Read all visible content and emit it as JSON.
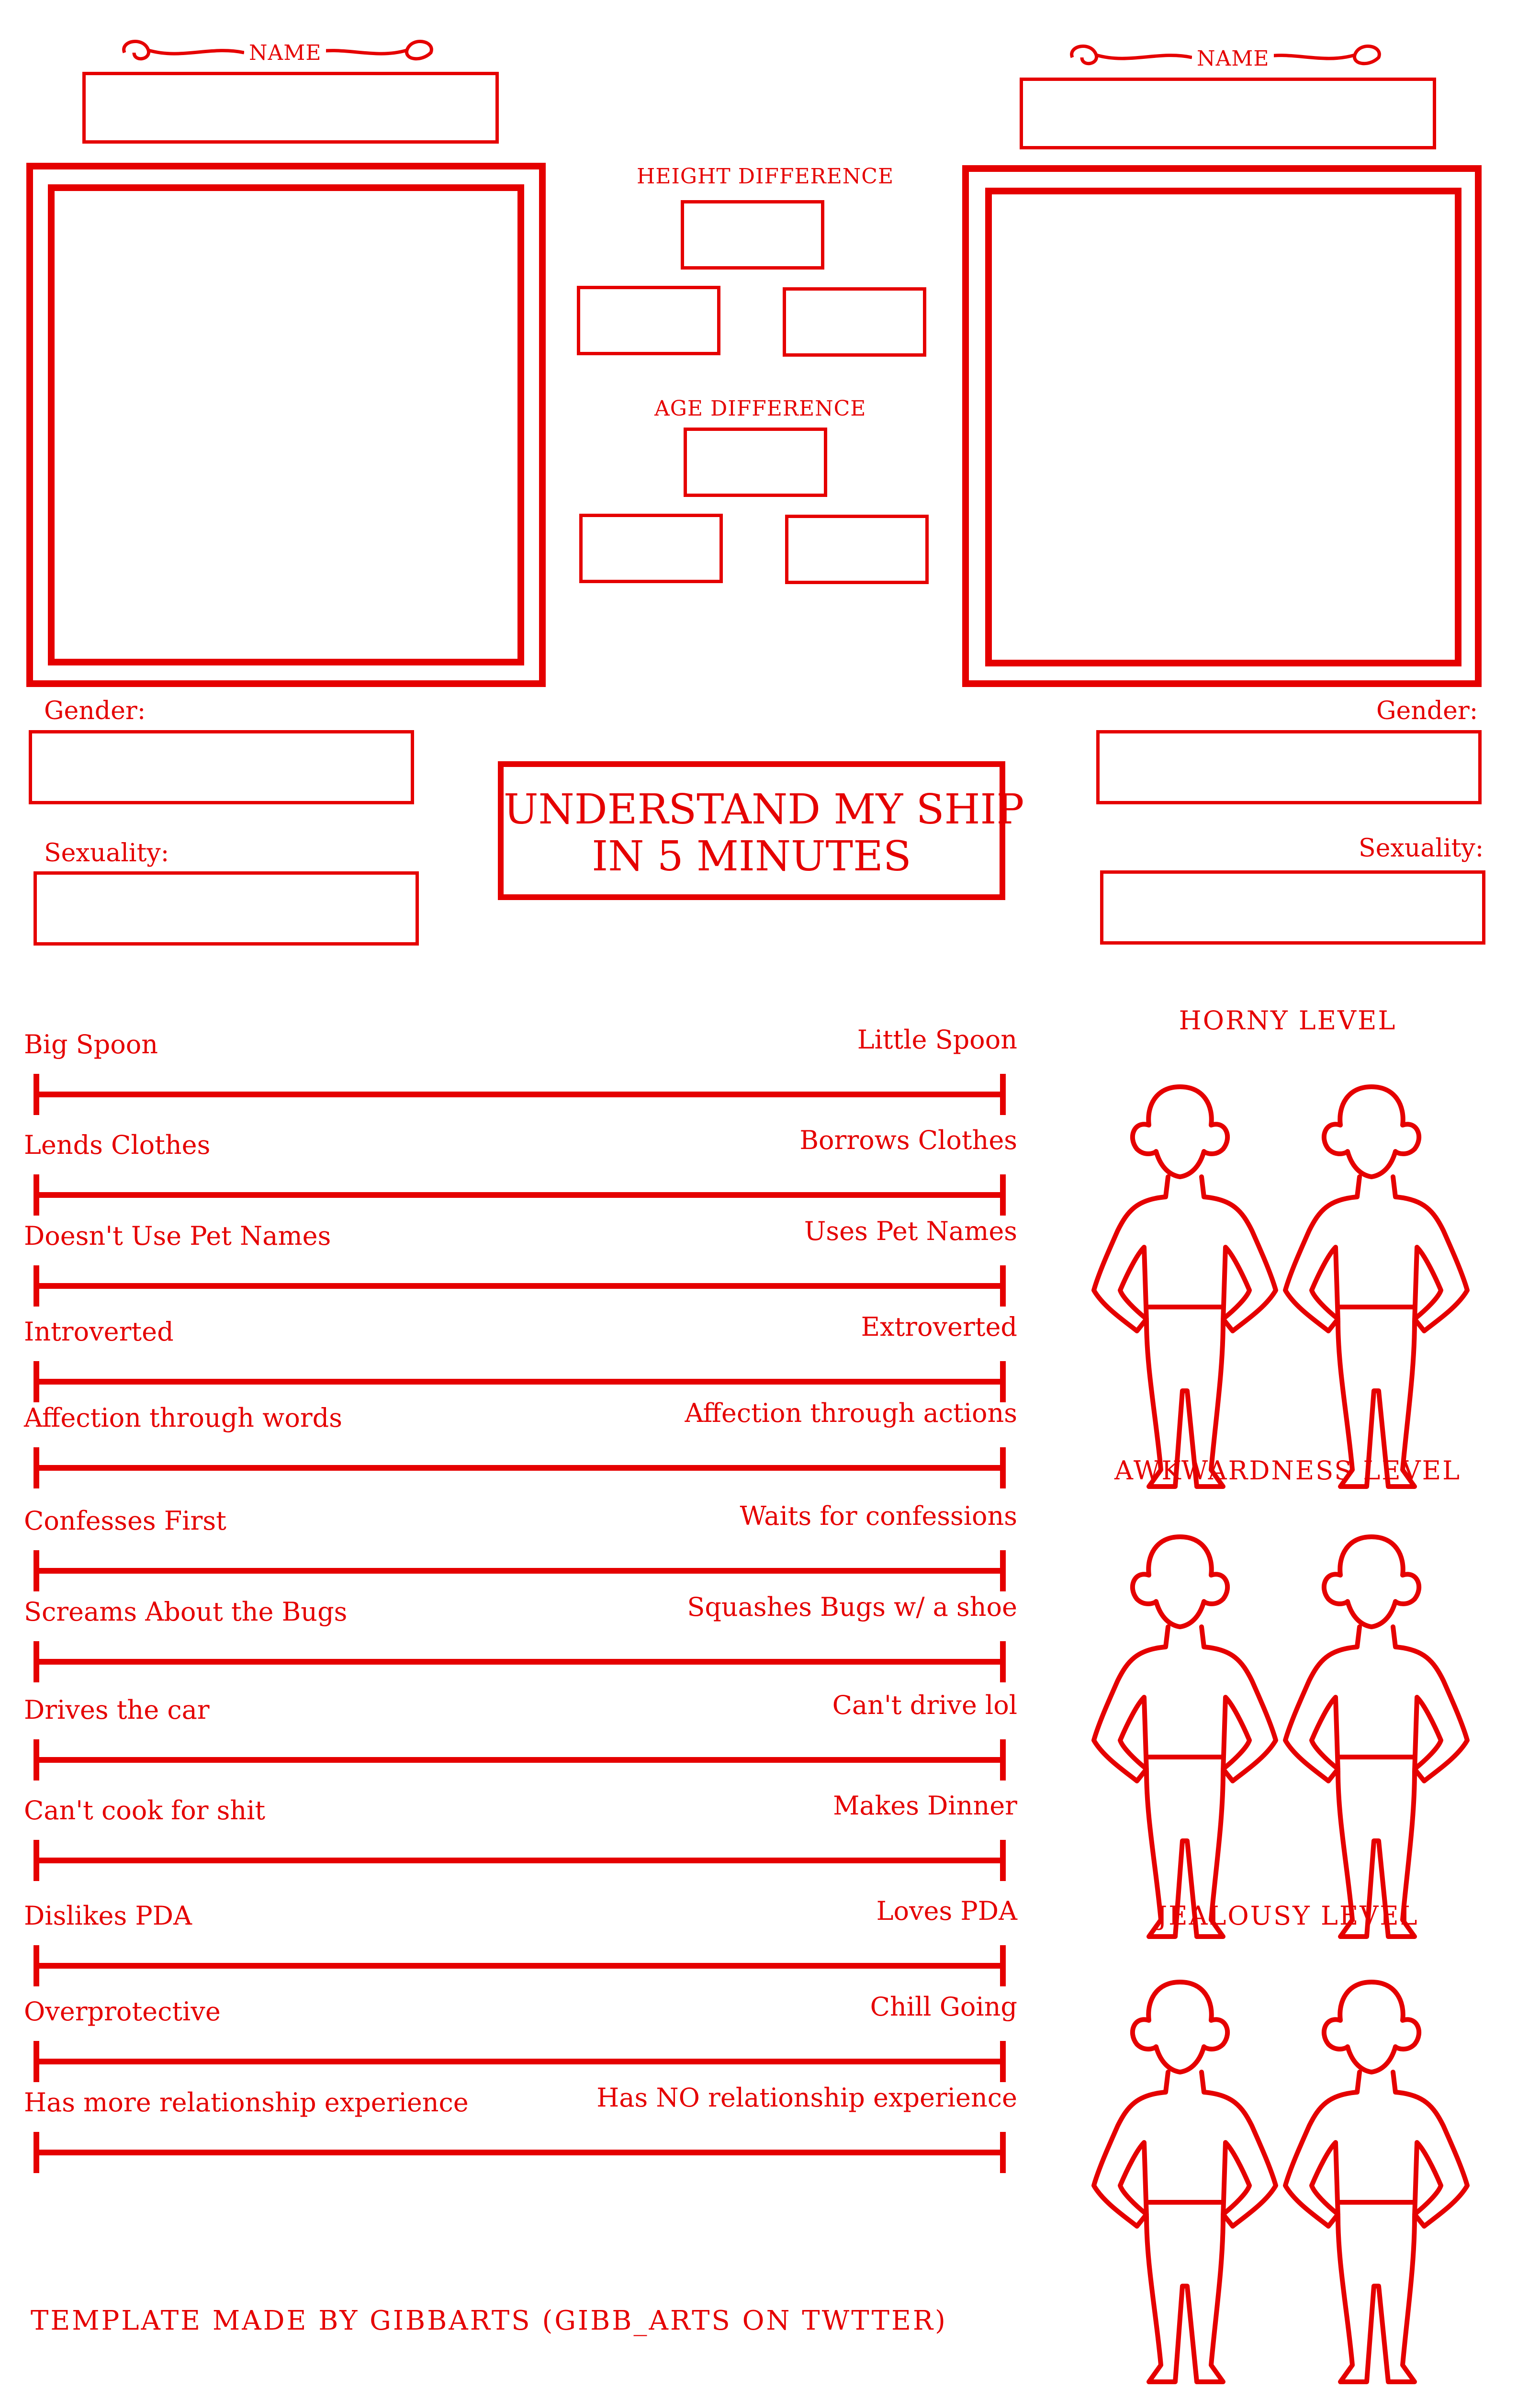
{
  "left_character": {
    "name_label": "NAME",
    "gender_label": "Gender:",
    "sexuality_label": "Sexuality:"
  },
  "right_character": {
    "name_label": "NAME",
    "gender_label": "Gender:",
    "sexuality_label": "Sexuality:"
  },
  "comparisons": {
    "height_label": "HEIGHT DIFFERENCE",
    "age_label": "AGE DIFFERENCE"
  },
  "title": {
    "line1": "UNDERSTAND MY SHIP",
    "line2": "IN 5 MINUTES"
  },
  "scales": [
    {
      "left": "Big Spoon",
      "right": "Little Spoon"
    },
    {
      "left": "Lends Clothes",
      "right": "Borrows Clothes"
    },
    {
      "left": "Doesn't Use Pet Names",
      "right": "Uses Pet Names"
    },
    {
      "left": "Introverted",
      "right": "Extroverted"
    },
    {
      "left": "Affection through words",
      "right": "Affection through actions"
    },
    {
      "left": "Confesses First",
      "right": "Waits for confessions"
    },
    {
      "left": "Screams About the Bugs",
      "right": "Squashes Bugs w/ a shoe"
    },
    {
      "left": "Drives the car",
      "right": "Can't drive lol"
    },
    {
      "left": "Can't cook for shit",
      "right": "Makes Dinner"
    },
    {
      "left": "Dislikes PDA",
      "right": "Loves PDA"
    },
    {
      "left": "Overprotective",
      "right": "Chill Going"
    },
    {
      "left": "Has more relationship experience",
      "right": "Has NO relationship experience"
    }
  ],
  "levels": [
    {
      "title": "HORNY LEVEL"
    },
    {
      "title": "AWKWARDNESS LEVEL"
    },
    {
      "title": "JEALOUSY LEVEL"
    }
  ],
  "credit": "TEMPLATE MADE BY GIBBARTS (GIBB_ARTS ON TWTTER)",
  "colors": {
    "accent": "#e50000",
    "background": "#ffffff"
  }
}
